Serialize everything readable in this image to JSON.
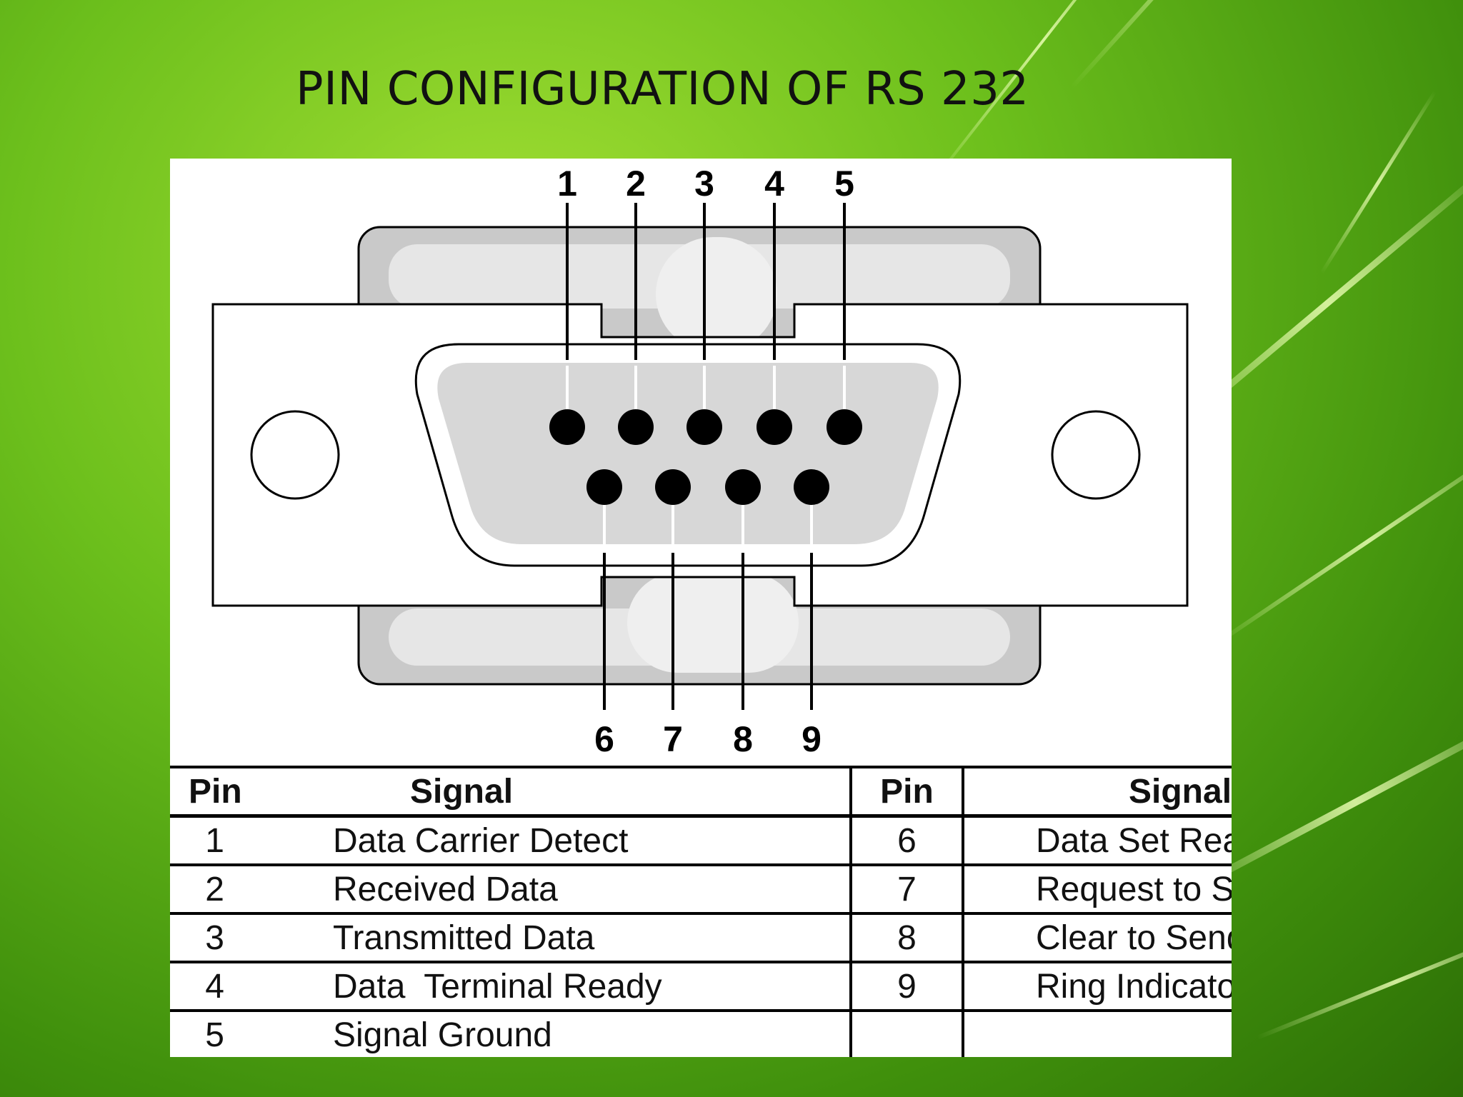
{
  "slide": {
    "title": "PIN CONFIGURATION OF RS 232",
    "background_colors": [
      "#a4e034",
      "#6cbf1c",
      "#3f8f0c"
    ]
  },
  "connector": {
    "top_row_pins": [
      "1",
      "2",
      "3",
      "4",
      "5"
    ],
    "bottom_row_pins": [
      "6",
      "7",
      "8",
      "9"
    ]
  },
  "table": {
    "headers": {
      "pin_left": "Pin",
      "signal_left": "Signal",
      "pin_right": "Pin",
      "signal_right": "Signal"
    },
    "rows": [
      {
        "pin_left": "1",
        "signal_left": "Data Carrier Detect",
        "pin_right": "6",
        "signal_right": "Data Set Ready"
      },
      {
        "pin_left": "2",
        "signal_left": "Received Data",
        "pin_right": "7",
        "signal_right": "Request to Send"
      },
      {
        "pin_left": "3",
        "signal_left": "Transmitted Data",
        "pin_right": "8",
        "signal_right": "Clear to Send"
      },
      {
        "pin_left": "4",
        "signal_left": "Data  Terminal Ready",
        "pin_right": "9",
        "signal_right": "Ring Indicator"
      },
      {
        "pin_left": "5",
        "signal_left": "Signal Ground",
        "pin_right": "",
        "signal_right": ""
      }
    ]
  }
}
